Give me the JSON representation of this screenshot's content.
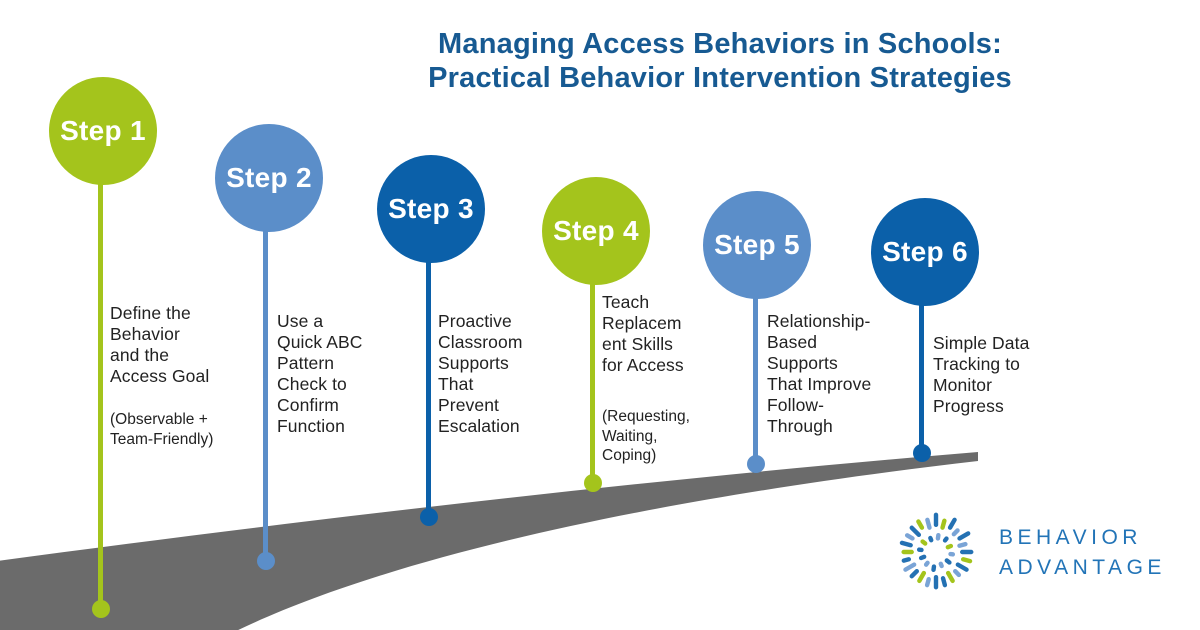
{
  "title": {
    "line1": "Managing Access Behaviors in Schools:",
    "line2": "Practical Behavior Intervention Strategies"
  },
  "steps": [
    {
      "label": "Step 1",
      "color": "#a4c41c",
      "description": "Define the\nBehavior\nand the\nAccess Goal",
      "note": "(Observable +\nTeam-Friendly)"
    },
    {
      "label": "Step 2",
      "color": "#5b8ec9",
      "description": "Use a\nQuick ABC\nPattern\nCheck to\nConfirm\nFunction"
    },
    {
      "label": "Step 3",
      "color": "#0b60a9",
      "description": "Proactive\nClassroom\nSupports\nThat\nPrevent\nEscalation"
    },
    {
      "label": "Step 4",
      "color": "#a4c41c",
      "description": "Teach\nReplacem\nent Skills\nfor Access",
      "note": "(Requesting,\nWaiting,\nCoping)"
    },
    {
      "label": "Step 5",
      "color": "#5b8ec9",
      "description": "Relationship-\nBased\nSupports\nThat Improve\nFollow-\nThrough"
    },
    {
      "label": "Step 6",
      "color": "#0b60a9",
      "description": "Simple Data\nTracking to\nMonitor\nProgress"
    }
  ],
  "logo": {
    "line1": "BEHAVIOR",
    "line2": "ADVANTAGE",
    "icon": "starburst-icon",
    "icon_colors": {
      "dark_blue": "#2471b3",
      "light_blue": "#7aa4d6",
      "green": "#a4c41c"
    },
    "text_color": "#2274b7"
  },
  "colors": {
    "title_blue": "#175a92",
    "road_gray": "#6b6b6b",
    "body_text": "#222222"
  }
}
